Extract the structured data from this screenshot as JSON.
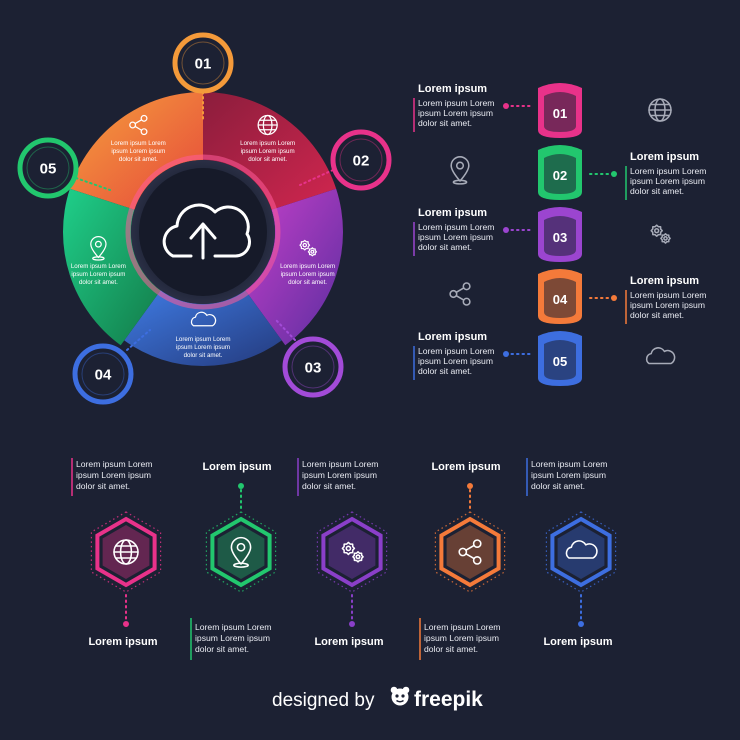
{
  "colors": {
    "background": "#1c2133",
    "orange": "#f47a3a",
    "crimson": "#c0234e",
    "magenta": "#e62d7c",
    "purple": "#7b3fc4",
    "blue": "#3b6fd8",
    "green": "#22c76e",
    "pink": "#e8328a"
  },
  "circle": {
    "center_icon": "cloud-upload-icon",
    "segments": [
      {
        "label": "Lorem ipsum Lorem ipsum Lorem ipsum dolor sit amet.",
        "icon": "share-icon",
        "color": "#f4763b"
      },
      {
        "label": "Lorem ipsum Lorem ipsum Lorem ipsum dolor sit amet.",
        "icon": "globe-icon",
        "color": "#b51f4f"
      },
      {
        "label": "Lorem ipsum Lorem ipsum Lorem ipsum dolor sit amet.",
        "icon": "gears-icon",
        "color": "#8a3fc9"
      },
      {
        "label": "Lorem ipsum Lorem ipsum Lorem ipsum dolor sit amet.",
        "icon": "cloud-icon",
        "color": "#3a63cf"
      },
      {
        "label": "Lorem ipsum Lorem ipsum Lorem ipsum dolor sit amet.",
        "icon": "location-pin-icon",
        "color": "#21b56a"
      }
    ],
    "badges": [
      "01",
      "02",
      "03",
      "04",
      "05"
    ]
  },
  "shields": {
    "items": [
      {
        "number": "01",
        "title": "Lorem ipsum",
        "body": [
          "Lorem ipsum Lorem",
          "ipsum Lorem ipsum",
          "dolor sit amet."
        ],
        "icon": "globe-icon",
        "color": "#e8328a"
      },
      {
        "number": "02",
        "title": "Lorem ipsum",
        "body": [
          "Lorem ipsum Lorem",
          "ipsum Lorem ipsum",
          "dolor sit amet."
        ],
        "icon": "location-pin-icon",
        "color": "#22c76e"
      },
      {
        "number": "03",
        "title": "Lorem ipsum",
        "body": [
          "Lorem ipsum Lorem",
          "ipsum Lorem ipsum",
          "dolor sit amet."
        ],
        "icon": "gears-icon",
        "color": "#9b45d0"
      },
      {
        "number": "04",
        "title": "Lorem ipsum",
        "body": [
          "Lorem ipsum Lorem",
          "ipsum Lorem ipsum",
          "dolor sit amet."
        ],
        "icon": "share-icon",
        "color": "#f47a3a"
      },
      {
        "number": "05",
        "title": "Lorem ipsum",
        "body": [
          "Lorem ipsum Lorem",
          "ipsum Lorem ipsum",
          "dolor sit amet."
        ],
        "icon": "cloud-icon",
        "color": "#3d6ee0"
      }
    ]
  },
  "timeline": {
    "items": [
      {
        "icon": "globe-icon",
        "color": "#e8328a",
        "top_body": [
          "Lorem ipsum Lorem",
          "ipsum Lorem ipsum",
          "dolor sit amet."
        ],
        "bottom_title": "Lorem ipsum"
      },
      {
        "icon": "location-pin-icon",
        "color": "#22c76e",
        "top_title": "Lorem ipsum",
        "bottom_body": [
          "Lorem ipsum Lorem",
          "ipsum Lorem ipsum",
          "dolor sit amet."
        ]
      },
      {
        "icon": "gears-icon",
        "color": "#8a3fc9",
        "top_body": [
          "Lorem ipsum Lorem",
          "ipsum Lorem ipsum",
          "dolor sit amet."
        ],
        "bottom_title": "Lorem ipsum"
      },
      {
        "icon": "share-icon",
        "color": "#f47a3a",
        "top_title": "Lorem ipsum",
        "bottom_body": [
          "Lorem ipsum Lorem",
          "ipsum Lorem ipsum",
          "dolor sit amet."
        ]
      },
      {
        "icon": "cloud-icon",
        "color": "#3d6ee0",
        "top_body": [
          "Lorem ipsum Lorem",
          "ipsum Lorem ipsum",
          "dolor sit amet."
        ],
        "bottom_title": "Lorem ipsum"
      }
    ]
  },
  "footer": {
    "prefix": "designed by",
    "brand": "freepik",
    "brand_icon": "freepik-logo-icon"
  }
}
